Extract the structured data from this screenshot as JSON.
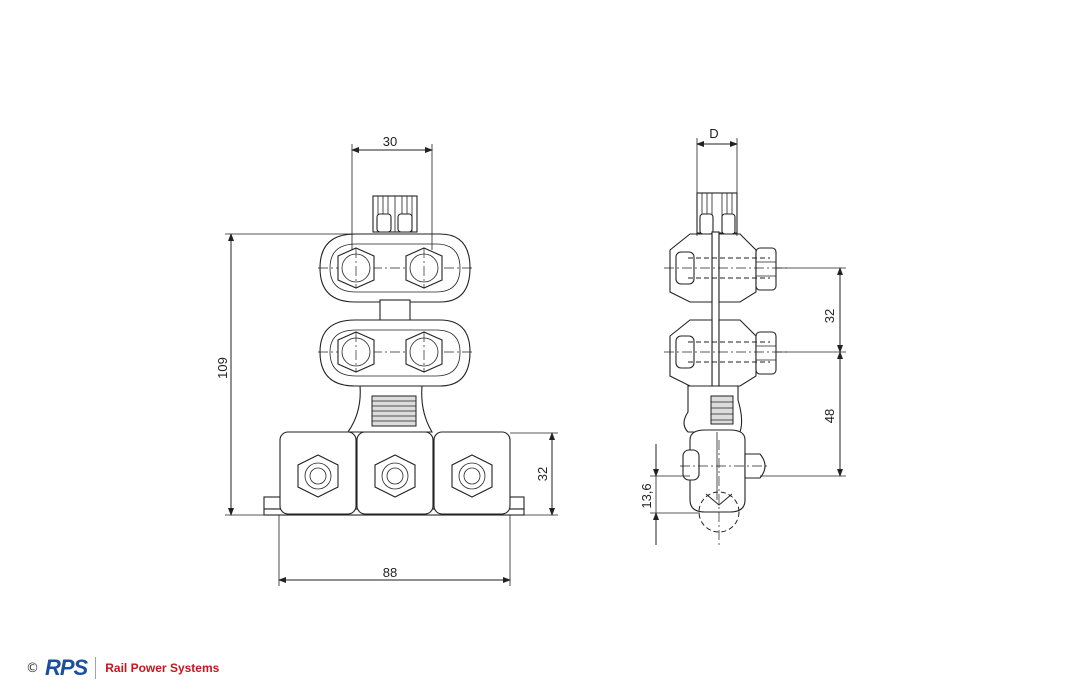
{
  "front_view": {
    "dim_width_top": "30",
    "dim_height_total": "109",
    "dim_base_height": "32",
    "dim_base_width": "88"
  },
  "side_view": {
    "dim_diameter": "D",
    "dim_bolt_spacing": "32",
    "dim_lower_spacing": "48",
    "dim_bottom": "13,6"
  },
  "footer": {
    "copyright": "©",
    "logo_text": "RPS",
    "company": "Rail Power Systems"
  },
  "colors": {
    "line": "#222222",
    "logo_blue": "#1b4f9c",
    "logo_red": "#d0202e",
    "brand_red": "#c4161c"
  }
}
